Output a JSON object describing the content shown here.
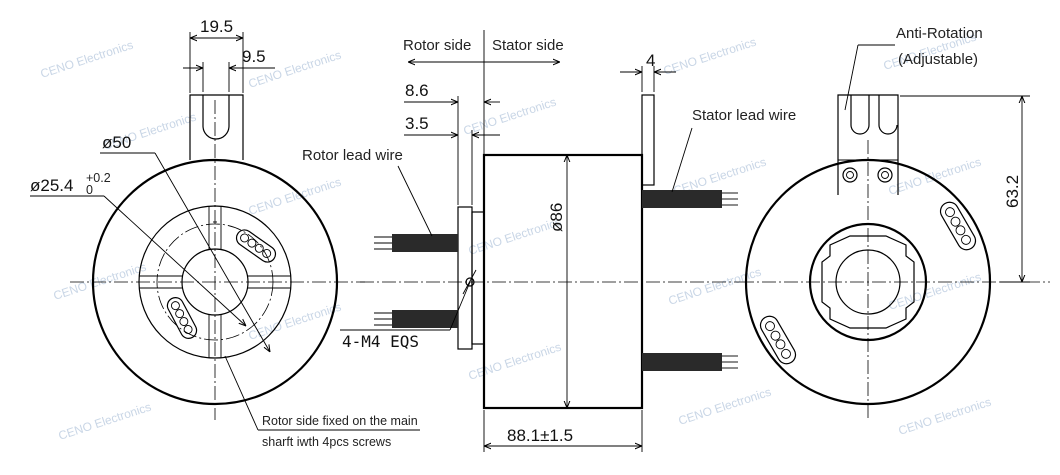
{
  "watermark": "CENO Electronics",
  "dimensions": {
    "w19_5": "19.5",
    "w9_5": "9.5",
    "d50": "ø50",
    "d25_base": "ø25.4",
    "d25_tol_upper": "+0.2",
    "d25_tol_lower": "0",
    "d86": "ø86",
    "l8_6": "8.6",
    "l3_5": "3.5",
    "t4": "4",
    "len": "88.1±1.5",
    "h63_2": "63.2",
    "screws": "4-M4 EQS"
  },
  "labels": {
    "rotor_side": "Rotor side",
    "stator_side": "Stator side",
    "rotor_lead_wire": "Rotor lead wire",
    "stator_lead_wire": "Stator lead wire",
    "anti_rotation": "Anti-Rotation",
    "adjustable": "(Adjustable)",
    "note_line1": "Rotor side fixed on the main",
    "note_line2": "sharft iwth 4pcs screws"
  }
}
